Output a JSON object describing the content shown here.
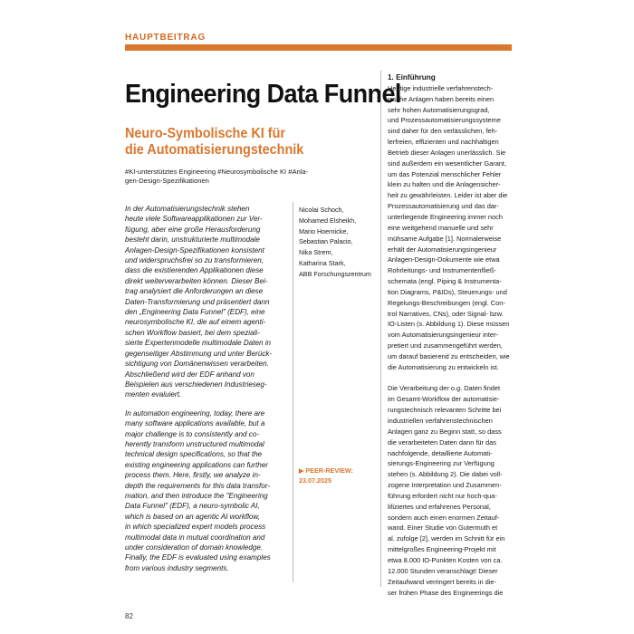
{
  "section_label": "HAUPTBEITRAG",
  "title": "Engineering Data Funnel",
  "subtitle_lines": [
    "Neuro-Symbolische KI für",
    "die Automatisierungstechnik"
  ],
  "hashtag_lines": [
    "#KI-unterstütztes Engineering #Neurosymbolische KI #Anla-",
    "gen-Design-Spezifikationen"
  ],
  "abstract_de_lines": [
    "In der Automatisierungstechnik stehen",
    "heute viele Softwareapplikationen zur Ver-",
    "fügung, aber eine große Herausforderung",
    "besteht darin, unstrukturierte multimodale",
    "Anlagen-Design-Spezifikationen konsistent",
    "und widerspruchsfrei so zu transformieren,",
    "dass die existierenden Applikationen diese",
    "direkt weiterverarbeiten können. Dieser Bei-",
    "trag analysiert die Anforderungen an diese",
    "Daten-Transformierung und präsentiert dann",
    "den „Engineering Data Funnel\" (EDF), eine",
    "neurosymbolische KI, die auf einem agenti-",
    "schen Workflow basiert, bei dem speziali-",
    "sierte Expertenmodelle multimodale Daten in",
    "gegenseitiger Abstimmung und unter Berück-",
    "sichtigung von Domänenwissen verarbeiten.",
    "Abschließend wird der EDF anhand von",
    "Beispielen aus verschiedenen Industrieseg-",
    "menten evaluiert."
  ],
  "abstract_en_lines": [
    "In automation engineering, today, there are",
    "many software applications available, but a",
    "major challenge is to consistently and co-",
    "herently transform unstructured multimodal",
    "technical design specifications, so that the",
    "existing engineering applications can further",
    "process them. Here, firstly, we analyze in-",
    "depth the requirements for this data transfor-",
    "mation, and then introduce the \"Engineering",
    "Data Funnel\" (EDF), a neuro-symbolic AI,",
    "which is based on an agentic AI workflow,",
    "in which specialized expert models process",
    "multimodal data in mutual coordination and",
    "under consideration of domain knowledge.",
    "Finally, the EDF is evaluated using examples",
    "from various industry segments."
  ],
  "authors": [
    "Nicolai Schoch,",
    "Mohamed Elsheikh,",
    "Mario Hoernicke,",
    "Sebastian Palacio,",
    "Nika Strem,",
    "Katharina Stark,",
    "ABB Forschungszentrum"
  ],
  "peer_review": {
    "arrow_icon": "play-triangle-icon",
    "label": "PEER-REVIEW:",
    "date": "23.07.2025"
  },
  "body": {
    "heading": "1. Einführung",
    "para1_lines": [
      "Heutige industrielle verfahrenstech-",
      "nische Anlagen haben bereits einen",
      "sehr hohen Automatisierungsgrad,",
      "und Prozessautomatisierungssysteme",
      "sind daher für den verlässlichen, feh-",
      "lerfreien, effizienten und nachhaltigen",
      "Betrieb dieser Anlagen unerlässlich. Sie",
      "sind außerdem ein wesentlicher Garant,",
      "um das Potenzial menschlicher Fehler",
      "klein zu halten und die Anlagensicher-",
      "heit zu gewährleisten. Leider ist aber die",
      "Prozessautomatisierung und das dar-",
      "unterliegende Engineering immer noch",
      "eine weitgehend manuelle und sehr",
      "mühsame Aufgabe [1]. Normalerweise",
      "erhält der Automatisierungsingenieur",
      "Anlagen-Design-Dokumente wie etwa",
      "Rohrleitungs- und Instrumentenfließ-",
      "schemata (engl. Piping & Instrumenta-",
      "tion Diagrams, P&IDs), Steuerungs- und",
      "Regelungs-Beschreibungen (engl. Con-",
      "trol Narratives, CNs), oder Signal- bzw.",
      "IO-Listen (s. Abbildung 1). Diese müssen",
      "vom Automatisierungsingenieur inter-",
      "pretiert und zusammengeführt werden,",
      "um darauf basierend zu entscheiden, wie",
      "die Automatisierung zu entwickeln ist."
    ],
    "para2_lines": [
      "Die Verarbeitung der o.g. Daten findet",
      "im Gesamt-Workflow der automatisie-",
      "rungstechnisch relevanten Schritte bei",
      "industriellen verfahrenstechnischen",
      "Anlagen ganz zu Beginn statt, so dass",
      "die verarbeiteten Daten dann für das",
      "nachfolgende, detaillierte Automati-",
      "sierungs-Engineering zur Verfügung",
      "stehen (s. Abbildung 2). Die dabei voll-",
      "zogene Interpretation und Zusammen-",
      "führung erfordert nicht nur hoch-qua-",
      "lifiziertes und erfahrenes Personal,",
      "sondern auch einen enormen Zeitauf-",
      "wand. Einer Studie von Gutermuth et",
      "al. zufolge [2], werden im Schnitt für ein",
      "mittelgroßes Engineering-Projekt mit",
      "etwa 8.000 IO-Punkten Kosten von ca.",
      "12.000 Stunden veranschlagt! Dieser",
      "Zeitaufwand verringert bereits in die-",
      "ser frühen Phase des Engineerings die"
    ]
  },
  "page_number": "82",
  "colors": {
    "accent": "#d9772f",
    "text": "#1a1a1a",
    "rule": "#bbbbbb"
  }
}
